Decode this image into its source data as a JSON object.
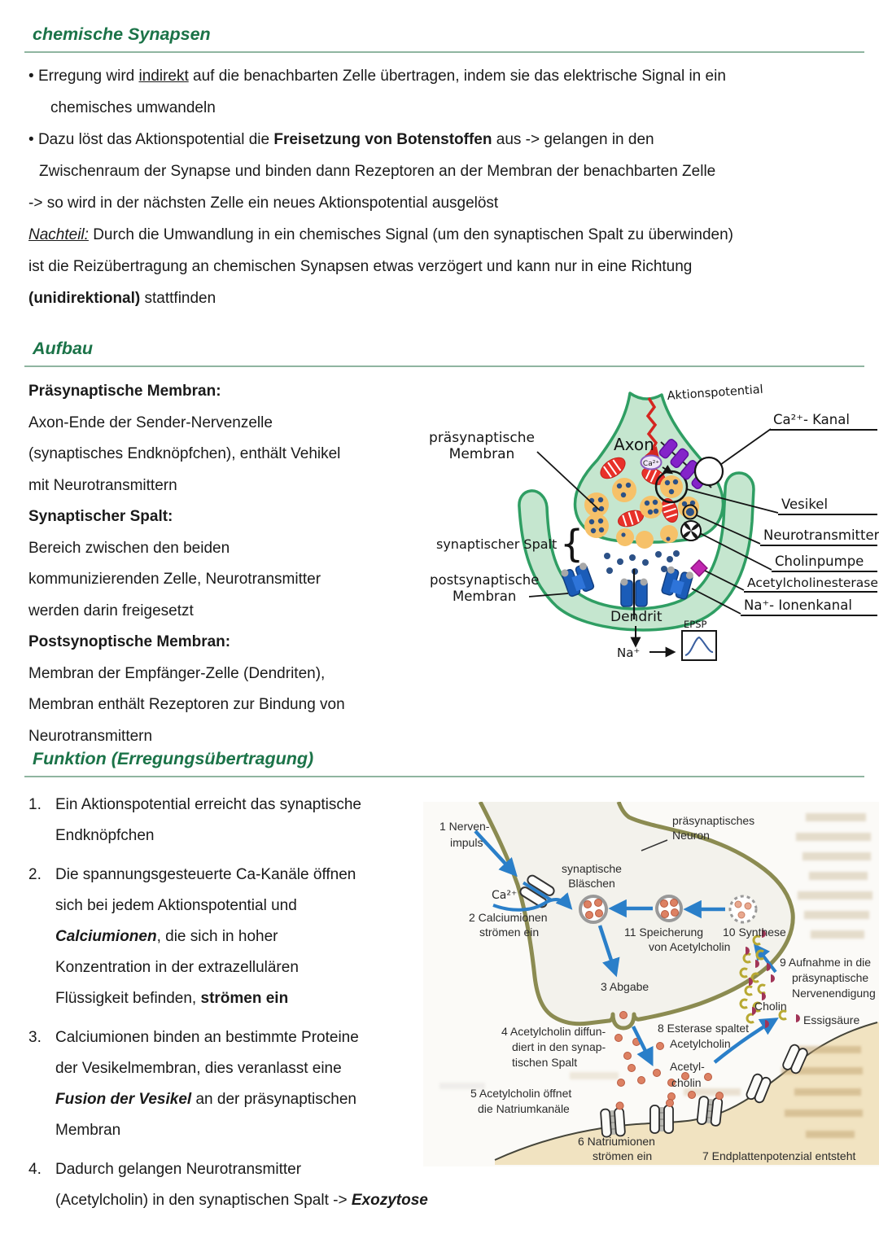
{
  "sections": {
    "s1_title": "chemische Synapsen",
    "s2_title": "Aufbau",
    "s3_title": "Funktion (Erregungsübertragung)"
  },
  "intro": {
    "bullet": "•",
    "b1_l1_pre": "Erregung wird ",
    "b1_l1_u": "indirekt",
    "b1_l1_post": " auf die benachbarten Zelle übertragen, indem sie das elektrische Signal in ein",
    "b1_l2": "chemisches umwandeln",
    "b2_l1_pre": "Dazu löst das Aktionspotential die ",
    "b2_l1_b": "Freisetzung von Botenstoffen",
    "b2_l1_post": " aus -> gelangen in den",
    "b2_l2": "Zwischenraum der Synapse und binden dann Rezeptoren an der Membran der benachbarten Zelle",
    "arrow_line": "-> so wird in der nächsten Zelle ein neues Aktionspotential ausgelöst",
    "nachteil_label": "Nachteil:",
    "nachteil_l1": " Durch die Umwandlung in ein chemisches Signal (um den synaptischen Spalt zu überwinden)",
    "nachteil_l2": "ist die Reizübertragung an chemischen Synapsen etwas verzögert und kann nur in eine Richtung",
    "nachteil_l3_b": "(unidirektional)",
    "nachteil_l3_post": " stattfinden"
  },
  "aufbau_text": {
    "h1": "Präsynaptische Membran:",
    "l1": "Axon-Ende der Sender-Nervenzelle",
    "l2": "(synaptisches Endknöpfchen), enthält Vehikel",
    "l3": "mit Neurotransmittern",
    "h2": "Synaptischer Spalt:",
    "l4": "Bereich zwischen den beiden",
    "l5": "kommunizierenden Zelle, Neurotransmitter",
    "l6": "werden darin freigesetzt",
    "h3": "Postsynoptische Membran:",
    "l7": "Membran der Empfänger-Zelle (Dendriten),",
    "l8": "Membran enthält Rezeptoren zur Bindung von",
    "l9": "Neurotransmittern"
  },
  "funktion": {
    "i1n": "1.",
    "i1_l1": "Ein Aktionspotential erreicht das synaptische",
    "i1_l2": "Endknöpfchen",
    "i2n": "2.",
    "i2_l1": "Die spannungsgesteuerte Ca-Kanäle öffnen",
    "i2_l2": "sich bei jedem Aktionspotential und",
    "i2_l3b": "Calciumionen",
    "i2_l3r": ", die sich in hoher",
    "i2_l4": "Konzentration in der extrazellulären",
    "i2_l5r": "Flüssigkeit befinden, ",
    "i2_l5b": "strömen ein",
    "i3n": "3.",
    "i3_l1": "Calciumionen binden an bestimmte Proteine",
    "i3_l2": "der Vesikelmembran, dies veranlasst eine",
    "i3_l3b": "Fusion der Vesikel",
    "i3_l3r": " an der präsynaptischen",
    "i3_l4": "Membran",
    "i4n": "4.",
    "i4_l1": "Dadurch gelangen Neurotransmitter",
    "i4_l2r": "(Acetylcholin) in den synaptischen Spalt -> ",
    "i4_l2b": "Exozytose"
  },
  "diagram1": {
    "aktionspotential": "Aktionspotential",
    "praes1": "präsynaptische",
    "praes2": "Membran",
    "axon": "Axon",
    "ca_ion": "Ca²⁺",
    "ca_kanal": "Ca²⁺- Kanal",
    "vesikel": "Vesikel",
    "neurotransmitter": "Neurotransmitter",
    "cholinpumpe": "Cholinpumpe",
    "acetylcholinesterase": "Acetylcholinesterase",
    "na_ionenkanal": "Na⁺- Ionenkanal",
    "syn_spalt": "synaptischer Spalt",
    "brace": "{",
    "post1": "postsynaptische",
    "post2": "Membran",
    "dendrit": "Dendrit",
    "na_plus": "Na⁺",
    "epsp": "EPSP"
  },
  "diagram2": {
    "l1a": "1 Nerven-",
    "l1b": "impuls",
    "ca": "Ca²⁺",
    "l2a": "2 Calciumionen",
    "l2b": "strömen ein",
    "blaeschen1": "synaptische",
    "blaeschen2": "Bläschen",
    "neuron1": "präsynaptisches",
    "neuron2": "Neuron",
    "l11a": "11 Speicherung",
    "l11b": "von Acetylcholin",
    "l10": "10 Synthese",
    "l9a": "9 Aufnahme in die",
    "l9b": "präsynaptische",
    "l9c": "Nervenendigung",
    "cholin": "Cholin",
    "essig": "Essigsäure",
    "l3": "3 Abgabe",
    "l4a": "4 Acetylcholin diffun-",
    "l4b": "diert in den synap-",
    "l4c": "tischen Spalt",
    "l8a": "8 Esterase spaltet",
    "l8b": "Acetylcholin",
    "acetyl1": "Acetyl-",
    "acetyl2": "cholin",
    "l5a": "5 Acetylcholin öffnet",
    "l5b": "die Natriumkanäle",
    "l6a": "6 Natriumionen",
    "l6b": "strömen ein",
    "l7": "7 Endplattenpotenzial entsteht"
  },
  "colors": {
    "heading_green": "#1b7348",
    "rule_green": "#8fb5a0",
    "hand_ink": "#141414",
    "action_red": "#d42620",
    "cell_fill": "#c5e6cf",
    "cell_stroke": "#2f9e63",
    "vesicle_orange": "#f6c169",
    "dot_blue": "#2c5187",
    "mito_red": "#e8312a",
    "channel_purple": "#8424c9",
    "receptor_blue": "#1b5cb8",
    "esterase_magenta": "#c026b0",
    "scan_membrane_olive": "#8b8b51",
    "scan_arrow_blue": "#2a7fc9",
    "scan_muscle_tan": "#f1e3c1",
    "scan_dot_orange": "#dd8163"
  }
}
